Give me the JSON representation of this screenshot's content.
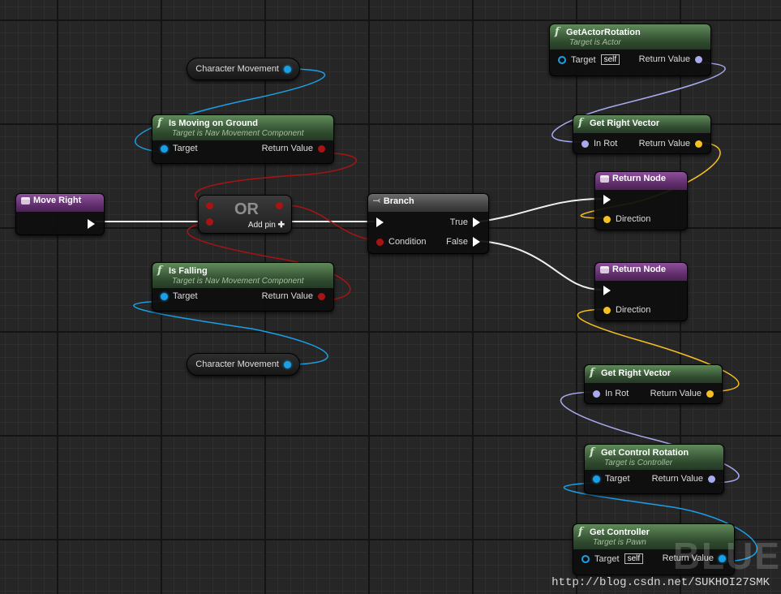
{
  "graph": {
    "event_move_right": {
      "title": "Move Right"
    },
    "var_top": {
      "label": "Character Movement"
    },
    "var_bottom": {
      "label": "Character Movement"
    },
    "is_moving": {
      "title": "Is Moving on Ground",
      "subtitle": "Target is Nav Movement Component",
      "in": "Target",
      "out": "Return Value"
    },
    "is_falling": {
      "title": "Is Falling",
      "subtitle": "Target is Nav Movement Component",
      "in": "Target",
      "out": "Return Value"
    },
    "or_node": {
      "label": "OR",
      "add_pin": "Add pin"
    },
    "branch": {
      "title": "Branch",
      "condition": "Condition",
      "true": "True",
      "false": "False"
    },
    "get_actor_rotation": {
      "title": "GetActorRotation",
      "subtitle": "Target is Actor",
      "in": "Target",
      "self": "self",
      "out": "Return Value"
    },
    "grv1": {
      "title": "Get Right Vector",
      "in": "In Rot",
      "out": "Return Value"
    },
    "return1": {
      "title": "Return Node",
      "dir": "Direction"
    },
    "return2": {
      "title": "Return Node",
      "dir": "Direction"
    },
    "grv2": {
      "title": "Get Right Vector",
      "in": "In Rot",
      "out": "Return Value"
    },
    "get_control_rotation": {
      "title": "Get Control Rotation",
      "subtitle": "Target is Controller",
      "in": "Target",
      "out": "Return Value"
    },
    "get_controller": {
      "title": "Get Controller",
      "subtitle": "Target is Pawn",
      "in": "Target",
      "self": "self",
      "out": "Return Value"
    }
  },
  "watermark": {
    "url": "http://blog.csdn.net/SUKHOI27SMK",
    "logo": "BLUE"
  },
  "colors": {
    "exec": "#ffffff",
    "object": "#1aa0e6",
    "bool": "#a81414",
    "vector": "#f5c020",
    "rotator": "#a8aaf0"
  }
}
